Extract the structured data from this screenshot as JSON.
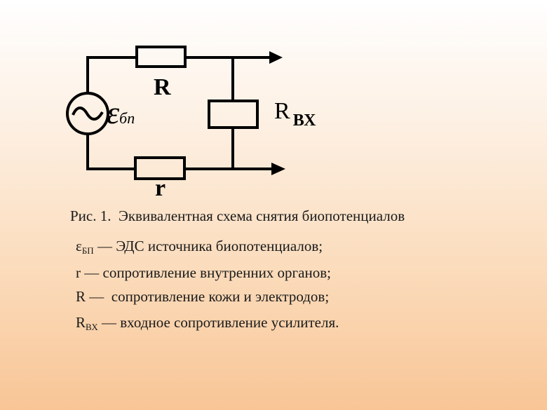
{
  "diagram": {
    "labels": {
      "R": "R",
      "r": "r",
      "emf_symbol": "ε",
      "emf_sub": "бп",
      "rin_main": "R",
      "rin_sub": "ВХ"
    },
    "wire_color": "#000000"
  },
  "caption": "Рис. 1.  Эквивалентная схема снятия биопотенциалов",
  "legend": [
    {
      "symbol": "ε",
      "sub": "БП",
      "text": " — ЭДС источника биопотенциалов;"
    },
    {
      "symbol": "r",
      "sub": "",
      "text": " — сопротивление внутренних органов;"
    },
    {
      "symbol": "R",
      "sub": "",
      "text": " —  сопротивление кожи и электродов;"
    },
    {
      "symbol": "R",
      "sub": "ВХ",
      "text": " — входное сопротивление усилителя."
    }
  ]
}
